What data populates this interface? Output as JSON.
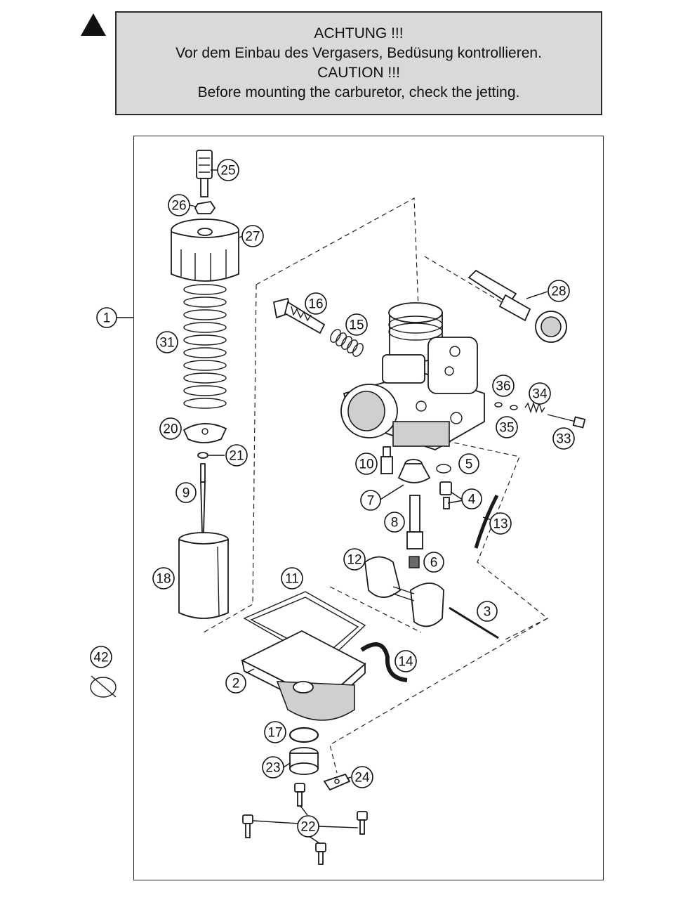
{
  "warning": {
    "lines": [
      "ACHTUNG !!!",
      "Vor dem Einbau des Vergasers, Bedüsung kontrollieren.",
      "CAUTION !!!",
      "Before mounting the carburetor, check the jetting."
    ],
    "box_color": "#d9d9d9"
  },
  "callouts": [
    "1",
    "2",
    "3",
    "4",
    "5",
    "6",
    "7",
    "8",
    "9",
    "10",
    "11",
    "12",
    "13",
    "14",
    "15",
    "16",
    "17",
    "18",
    "20",
    "21",
    "22",
    "23",
    "24",
    "25",
    "26",
    "27",
    "28",
    "31",
    "33",
    "34",
    "35",
    "36",
    "42"
  ]
}
